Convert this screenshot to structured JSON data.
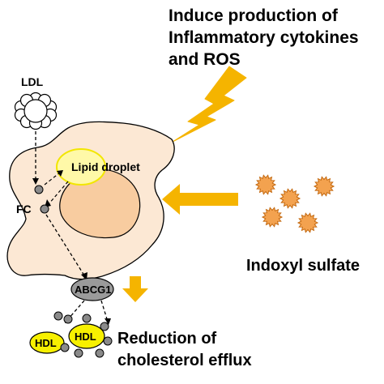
{
  "induce": {
    "line1": "Induce production of",
    "line2": "Inflammatory cytokines",
    "line3": "and ROS"
  },
  "ldl_label": "LDL",
  "lipid_droplet_label": "Lipid droplet",
  "fc_label": "FC",
  "abcg1_label": "ABCG1",
  "hdl_label_1": "HDL",
  "hdl_label_2": "HDL",
  "indoxyl_label": "Indoxyl sulfate",
  "reduction": {
    "line1": "Reduction of",
    "line2": "cholesterol efflux"
  },
  "colors": {
    "cell_fill": "#fce8d4",
    "nucleus_fill": "#f8cca0",
    "arrow_orange": "#f5b400",
    "droplet_fill": "#fff9a8",
    "droplet_stroke": "#f2e600",
    "hdl_fill": "#f7f000",
    "abcg1_fill": "#9a9a9a",
    "sulfate_fill": "#f3a24f",
    "fc_dot": "#8a8a8a"
  }
}
